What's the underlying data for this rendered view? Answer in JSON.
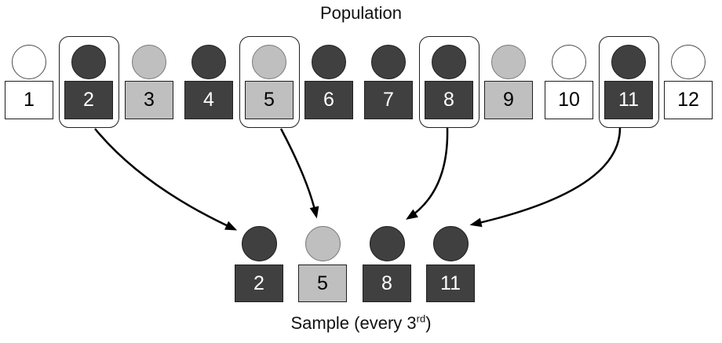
{
  "title": "Population",
  "sample_label": {
    "before_sup": "Sample (every 3",
    "sup": "rd",
    "after_sup": ")"
  },
  "population": [
    {
      "number": "1",
      "shade": "white",
      "selected": false
    },
    {
      "number": "2",
      "shade": "dark",
      "selected": true
    },
    {
      "number": "3",
      "shade": "light",
      "selected": false
    },
    {
      "number": "4",
      "shade": "dark",
      "selected": false
    },
    {
      "number": "5",
      "shade": "light",
      "selected": true
    },
    {
      "number": "6",
      "shade": "dark",
      "selected": false
    },
    {
      "number": "7",
      "shade": "dark",
      "selected": false
    },
    {
      "number": "8",
      "shade": "dark",
      "selected": true
    },
    {
      "number": "9",
      "shade": "light",
      "selected": false
    },
    {
      "number": "10",
      "shade": "white",
      "selected": false
    },
    {
      "number": "11",
      "shade": "dark",
      "selected": true
    },
    {
      "number": "12",
      "shade": "white",
      "selected": false
    }
  ],
  "sample": [
    {
      "number": "2",
      "shade": "dark"
    },
    {
      "number": "5",
      "shade": "light"
    },
    {
      "number": "8",
      "shade": "dark"
    },
    {
      "number": "11",
      "shade": "dark"
    }
  ],
  "arrows": [
    {
      "from": "2",
      "to": "2"
    },
    {
      "from": "5",
      "to": "5"
    },
    {
      "from": "8",
      "to": "8"
    },
    {
      "from": "11",
      "to": "11"
    }
  ],
  "colors": {
    "dark": "#404040",
    "light": "#bfbfbf",
    "white": "#ffffff",
    "outline": "#1f1f1f",
    "arrow": "#000000",
    "text_on_dark": "#ffffff",
    "text_on_light": "#000000"
  }
}
